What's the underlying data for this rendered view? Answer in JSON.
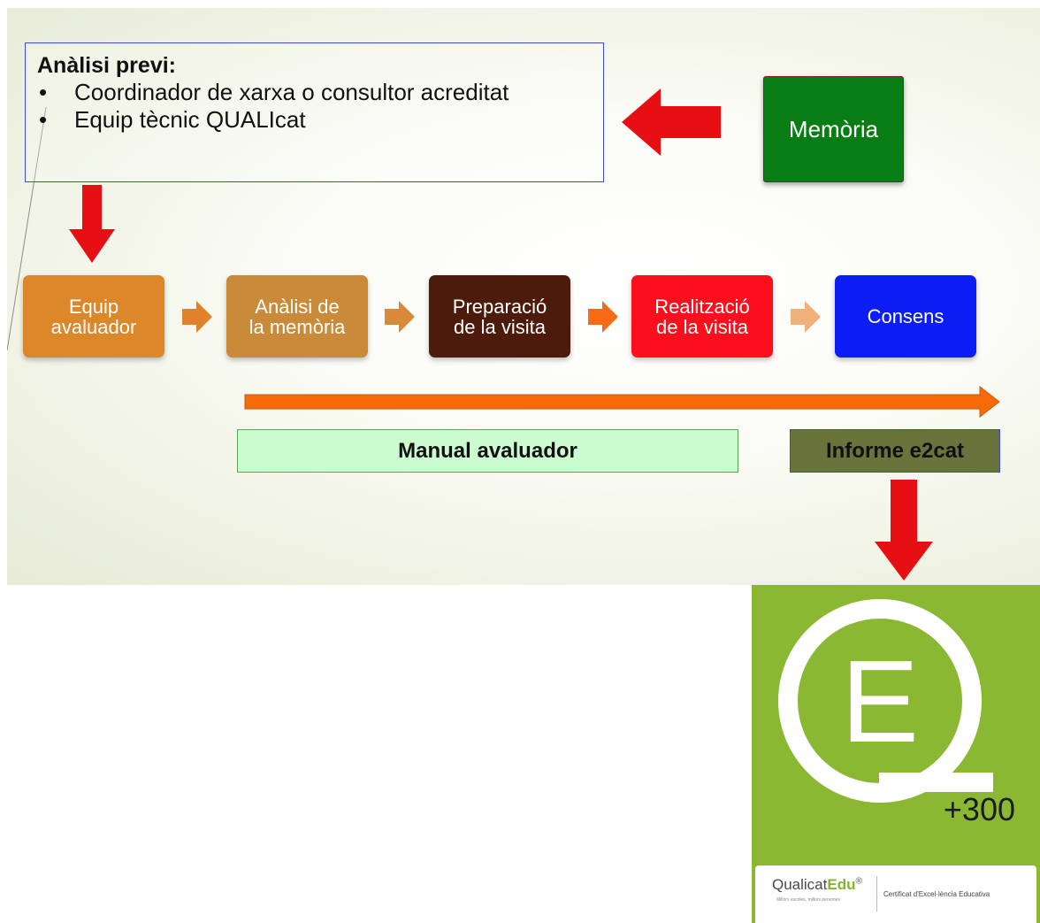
{
  "prev_box": {
    "title": "Anàlisi previ:",
    "items": [
      "Coordinador de xarxa o consultor acreditat",
      "Equip tècnic QUALIcat"
    ],
    "bullet": "•"
  },
  "memoria": {
    "label": "Memòria",
    "color": "#087d14"
  },
  "process_steps": [
    {
      "line1": "Equip",
      "line2": "avaluador",
      "color": "#dc872a"
    },
    {
      "line1": "Anàlisi de",
      "line2": "la memòria",
      "color": "#c98a3a"
    },
    {
      "line1": "Preparació",
      "line2": "de la visita",
      "color": "#4c1b0c"
    },
    {
      "line1": "Realització",
      "line2": "de la visita",
      "color": "#fb0f1c"
    },
    {
      "line1": "Consens",
      "line2": "",
      "color": "#0d1df6"
    }
  ],
  "chevron_colors": [
    "#e0812c",
    "#d8893a",
    "#f86a16",
    "#f0b07a"
  ],
  "manual_box": {
    "label": "Manual avaluador",
    "color": "#cbfccf"
  },
  "informe_box": {
    "label": "Informe e2cat",
    "color": "#6b733d"
  },
  "accent_colors": {
    "red_arrow": "#e60f14",
    "orange_timeline": "#f56b0a",
    "logo_green": "#8ab833"
  },
  "logo": {
    "letter": "E",
    "count": "+300",
    "brand_plain": "Qualicat",
    "brand_bold": "Edu",
    "brand_mark": "®",
    "tagline": "Millors escoles, millors persones",
    "certificate": "Certificat d'Excel·lència Educativa"
  }
}
